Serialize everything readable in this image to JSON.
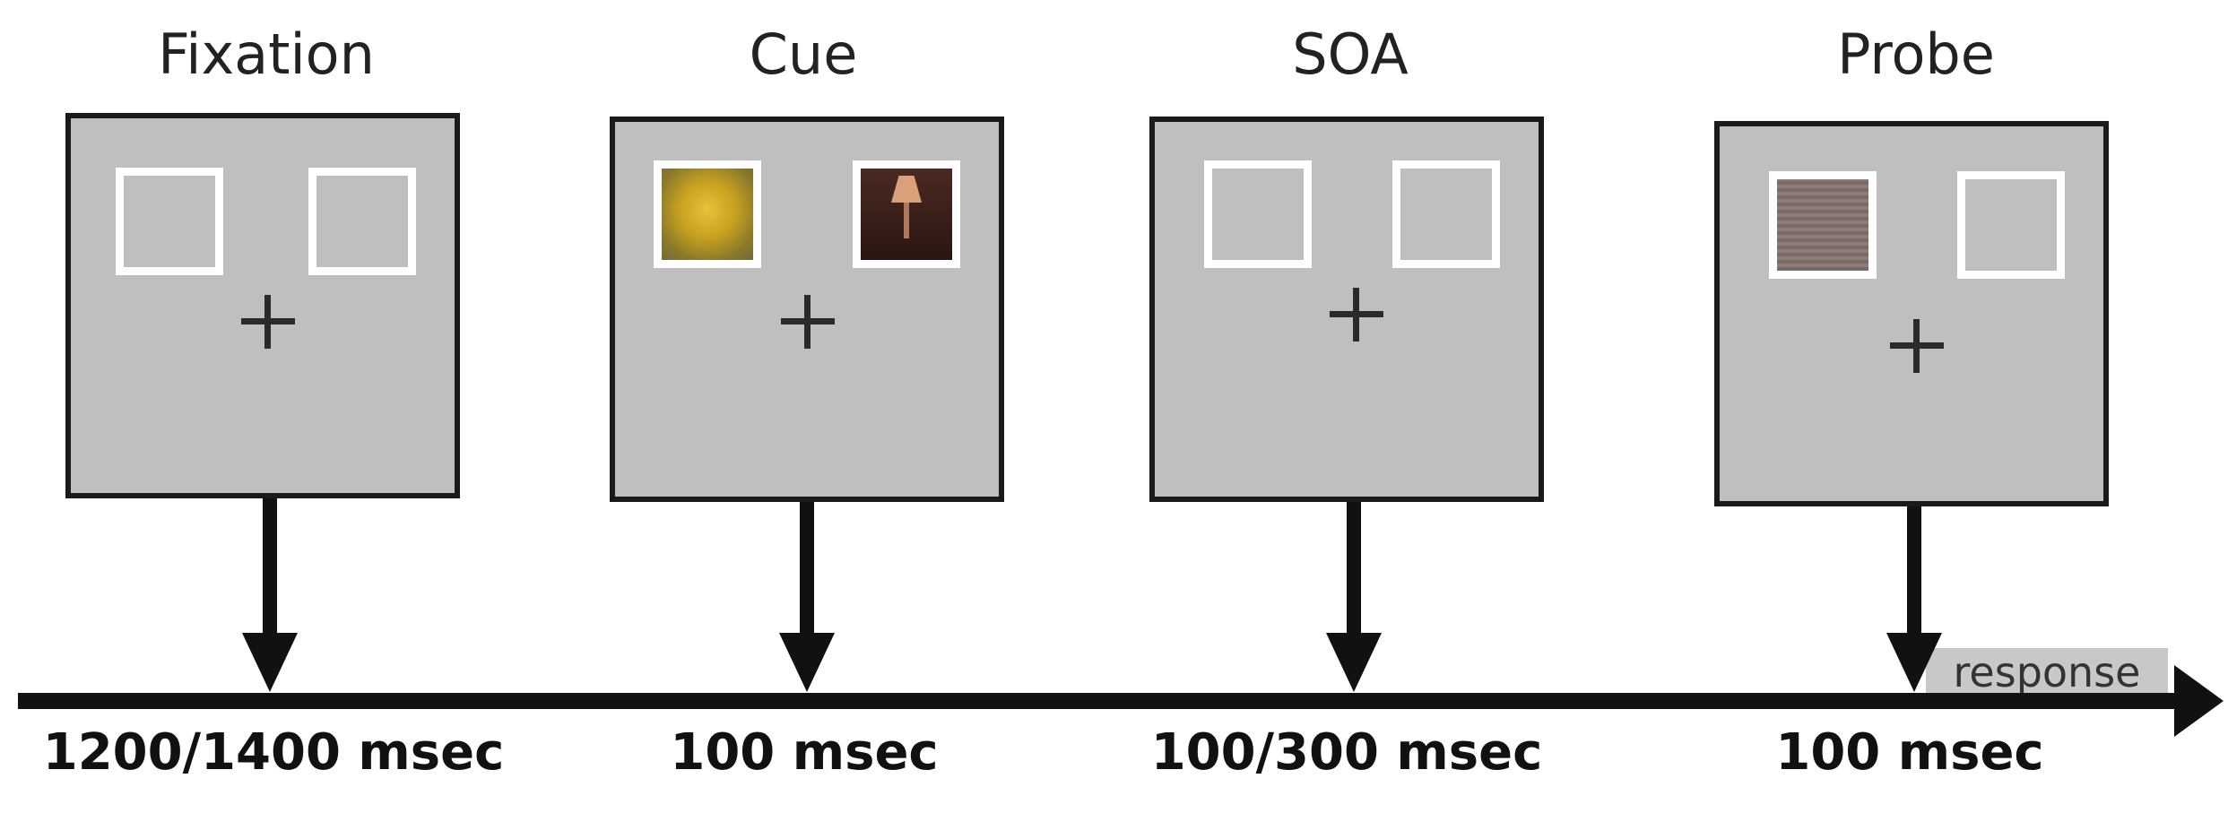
{
  "frames": [
    {
      "title": "Fixation",
      "timing": "1200/1400 msec"
    },
    {
      "title": "Cue",
      "timing": "100 msec"
    },
    {
      "title": "SOA",
      "timing": "100/300 msec"
    },
    {
      "title": "Probe",
      "timing": "100 msec"
    }
  ],
  "timeline": {
    "response_label": "response"
  }
}
